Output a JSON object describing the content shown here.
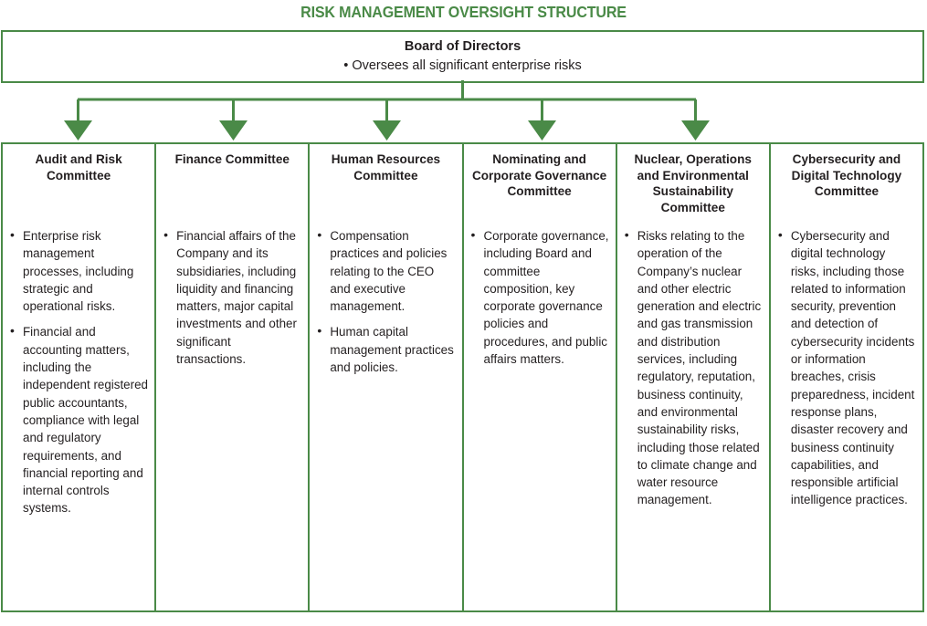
{
  "title": "RISK MANAGEMENT OVERSIGHT STRUCTURE",
  "accent_color": "#4a8a47",
  "text_color": "#231f20",
  "board": {
    "name": "Board of Directors",
    "bullet": "• Oversees all significant enterprise risks"
  },
  "committees": [
    {
      "header": "Audit and Risk Committee",
      "items": [
        "Enterprise risk management processes, including strategic and operational risks.",
        "Financial and accounting matters, including the independent registered public accountants, compliance with legal and regulatory requirements, and financial reporting and internal controls systems."
      ]
    },
    {
      "header": "Finance Committee",
      "items": [
        "Financial affairs of the Company and its subsidiaries, including liquidity and financing matters, major capital investments and other significant transactions."
      ]
    },
    {
      "header": "Human Resources Committee",
      "items": [
        "Compensation practices and policies relating to the CEO and executive management.",
        "Human capital management practices and policies."
      ]
    },
    {
      "header": "Nominating and Corporate Governance Committee",
      "items": [
        "Corporate governance, including Board and committee composition, key corporate governance policies and procedures, and public affairs matters."
      ]
    },
    {
      "header": "Nuclear, Operations and Environmental Sustainability Committee",
      "items": [
        "Risks relating to the operation of the Company’s nuclear and other electric generation and electric and gas transmission and distribution services, including regulatory, reputation, business continuity, and environmental sustainability risks, including those related to climate change and water resource management."
      ]
    },
    {
      "header": "Cybersecurity and Digital Technology Committee",
      "items": [
        "Cybersecurity and digital technology risks, including those related to information security, prevention and detection of cybersecurity incidents or information breaches, crisis preparedness, incident response plans, disaster recovery and business continuity capabilities, and responsible artificial intelligence practices."
      ]
    }
  ],
  "connector": {
    "icon": "down-arrow-connector",
    "branch_count": 6
  }
}
